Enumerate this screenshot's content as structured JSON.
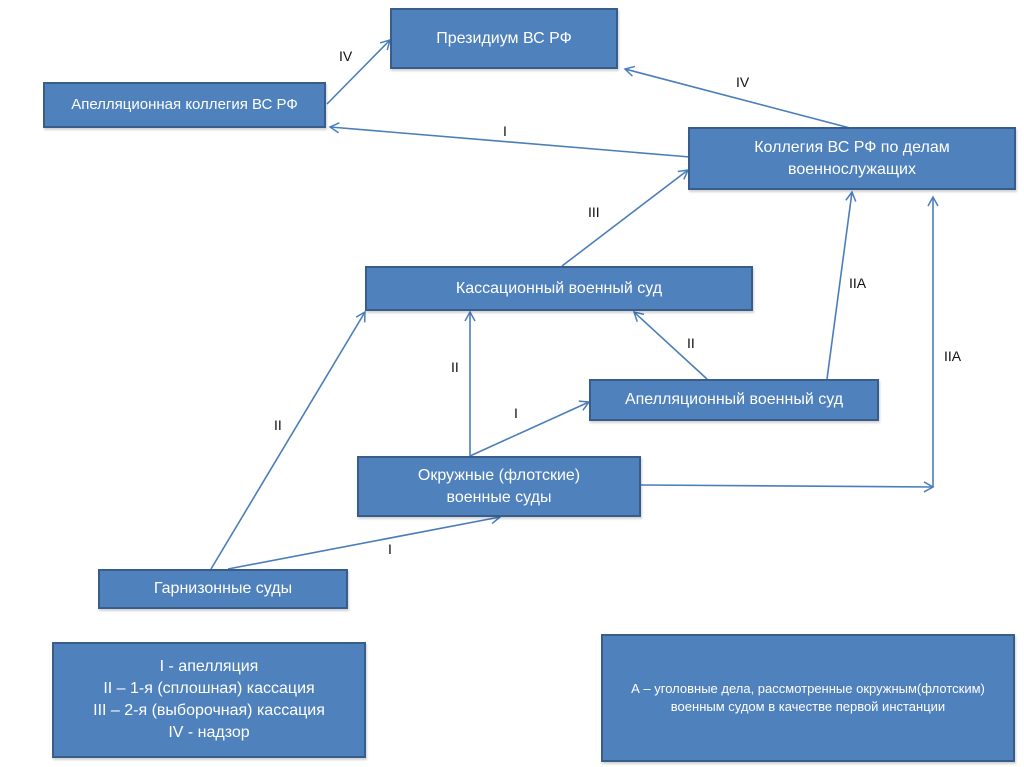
{
  "colors": {
    "box_fill": "#4F81BD",
    "box_border": "#385D8A",
    "edge": "#4A7EBB",
    "text": "#FFFFFF",
    "label": "#111111"
  },
  "nodes": {
    "presidium": {
      "label": "Президиум ВС РФ"
    },
    "appeal_board": {
      "label": "Апелляционная коллегия ВС РФ"
    },
    "military_board": {
      "label": "Коллегия ВС РФ по делам военнослужащих"
    },
    "cassation_court": {
      "label": "Кассационный военный суд"
    },
    "appeal_court": {
      "label": "Апелляционный военный суд"
    },
    "district_courts": {
      "label": "Окружные (флотские) военные суды"
    },
    "garrison_courts": {
      "label": "Гарнизонные суды"
    }
  },
  "edges": [
    {
      "from": "appeal_board",
      "to": "presidium",
      "label": "IV"
    },
    {
      "from": "military_board",
      "to": "presidium",
      "label": "IV"
    },
    {
      "from": "military_board",
      "to": "appeal_board",
      "label": "I"
    },
    {
      "from": "cassation_court",
      "to": "military_board",
      "label": "III"
    },
    {
      "from": "appeal_court",
      "to": "military_board",
      "label": "IIA"
    },
    {
      "from": "district_courts",
      "to": "military_board",
      "label": "IIA"
    },
    {
      "from": "appeal_court",
      "to": "cassation_court",
      "label": "II"
    },
    {
      "from": "district_courts",
      "to": "cassation_court",
      "label": "II"
    },
    {
      "from": "district_courts",
      "to": "appeal_court",
      "label": "I"
    },
    {
      "from": "garrison_courts",
      "to": "cassation_court",
      "label": "II"
    },
    {
      "from": "garrison_courts",
      "to": "district_courts",
      "label": "I"
    }
  ],
  "legend": {
    "lines": [
      "I - апелляция",
      "II – 1-я (сплошная) кассация",
      "III – 2-я (выборочная) кассация",
      "IV - надзор"
    ]
  },
  "note": {
    "text": "А – уголовные дела, рассмотренные окружным(флотским) военным судом в качестве первой инстанции"
  }
}
